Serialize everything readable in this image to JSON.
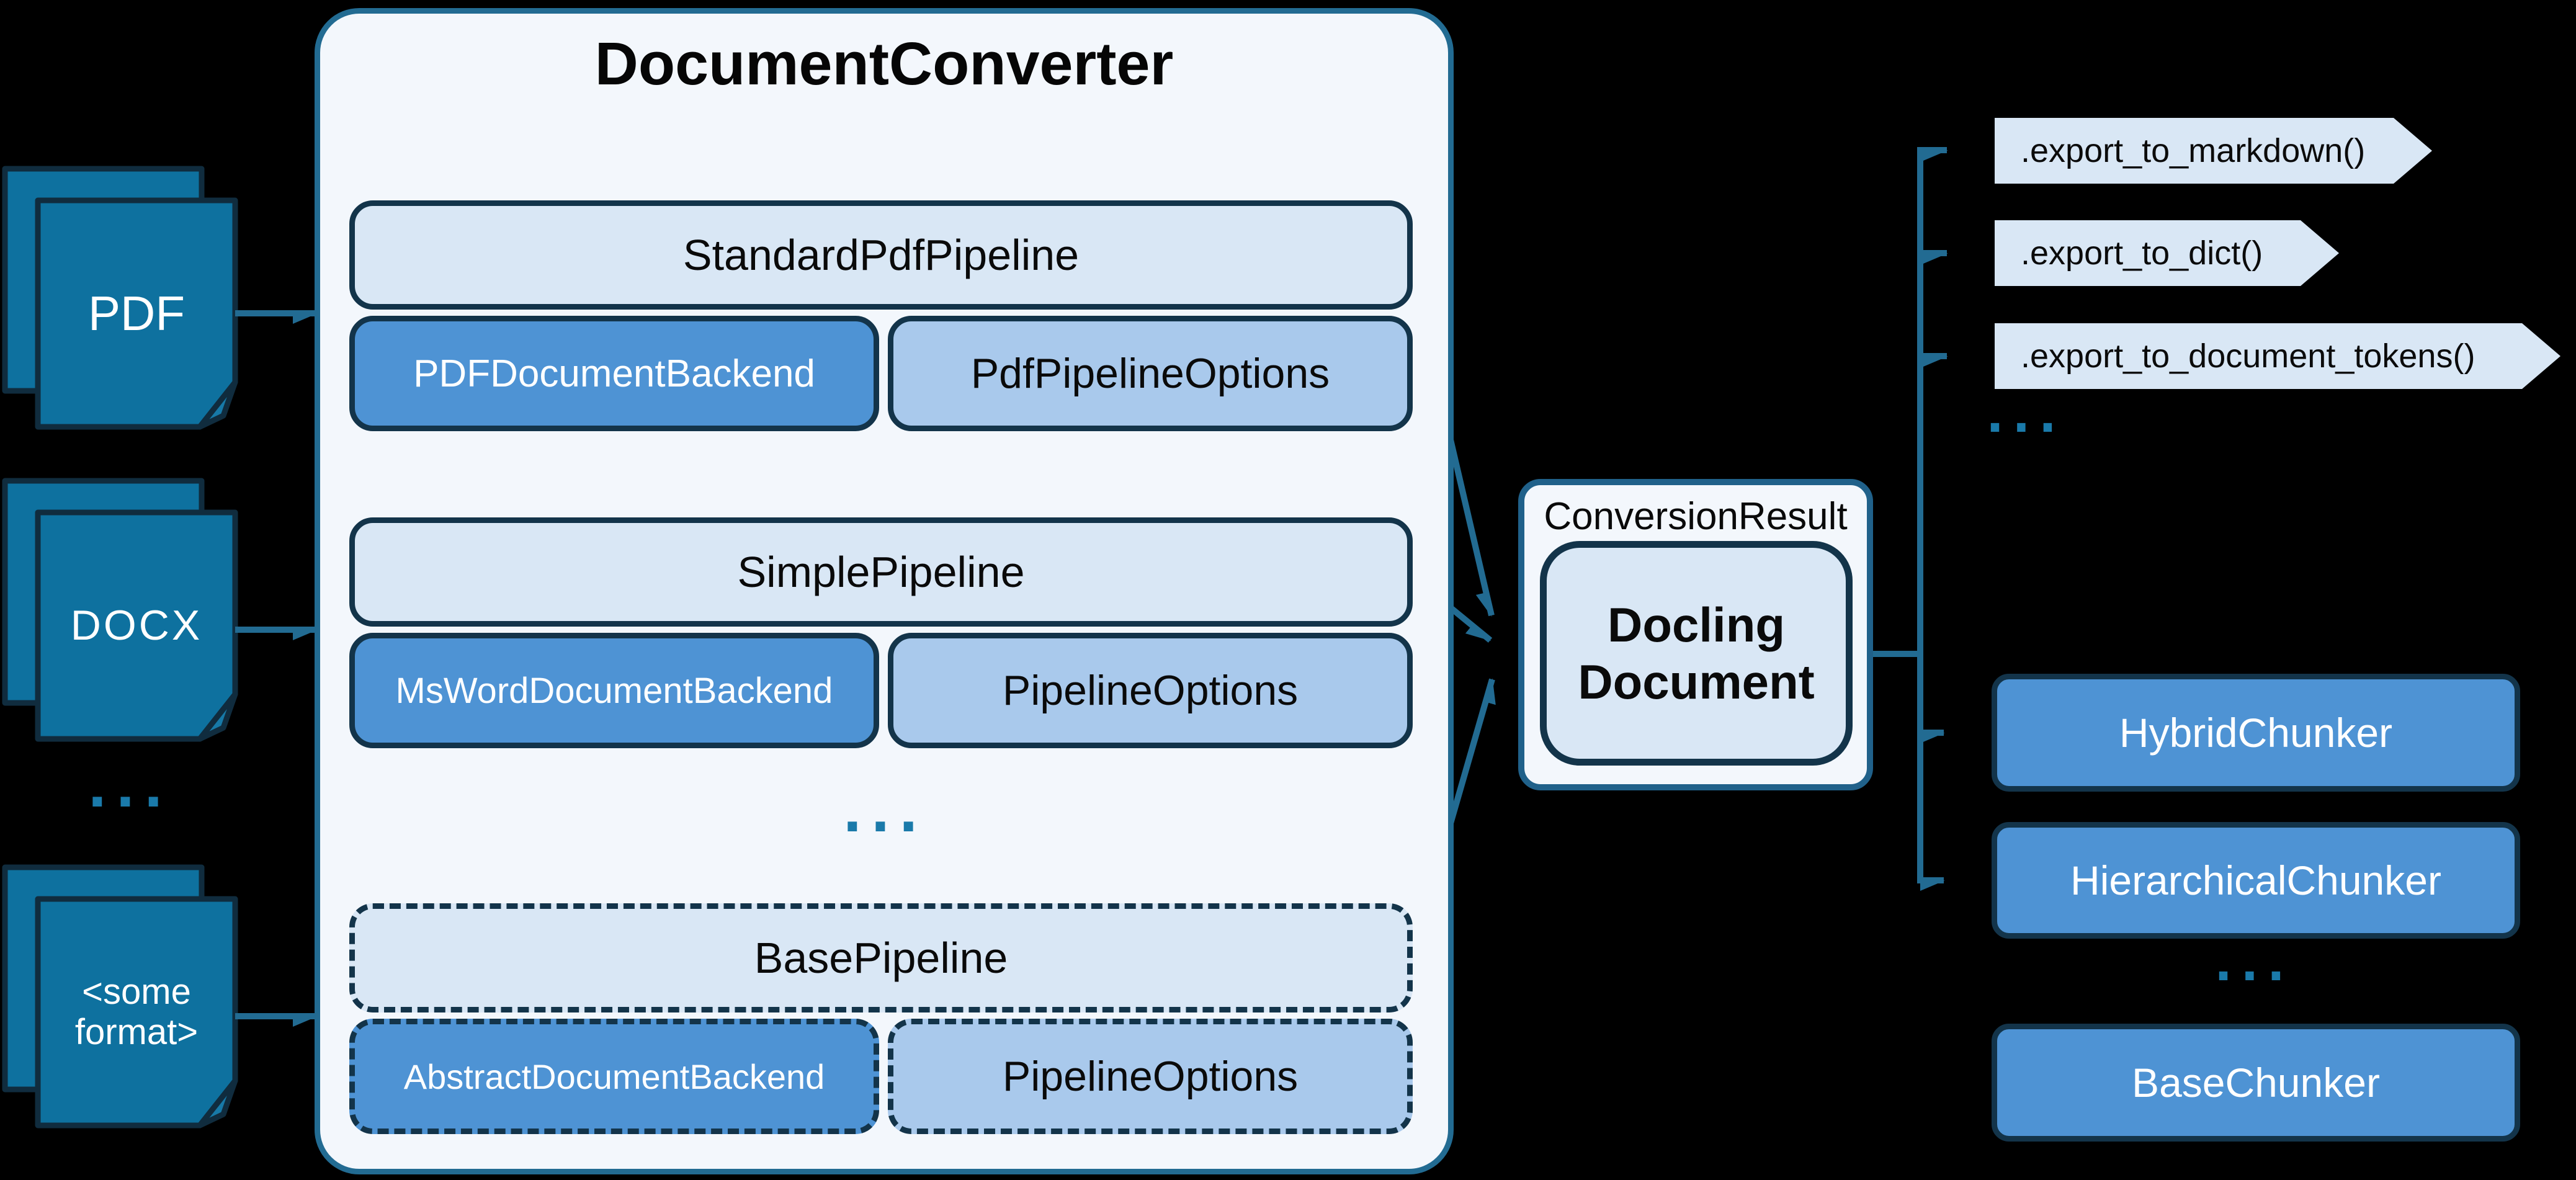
{
  "colors": {
    "background": "#000000",
    "line_teal": "#226b92",
    "page_teal": "#0e719f",
    "dark_border": "#13344a",
    "light_blue": "#d9e7f5",
    "mid_blue": "#4e93d4",
    "option_blue": "#a9c9ec",
    "panel_fill": "#f3f7fc",
    "dots_teal": "#1a7aaa"
  },
  "inputs": {
    "items": [
      {
        "label": "PDF"
      },
      {
        "label": "DOCX"
      },
      {
        "label": "<some format>"
      }
    ],
    "ellipsis": "..."
  },
  "converter": {
    "title": "DocumentConverter",
    "ellipsis": "...",
    "groups": [
      {
        "pipeline": "StandardPdfPipeline",
        "backend": "PDFDocumentBackend",
        "options": "PdfPipelineOptions"
      },
      {
        "pipeline": "SimplePipeline",
        "backend": "MsWordDocumentBackend",
        "options": "PipelineOptions"
      },
      {
        "pipeline": "BasePipeline",
        "backend": "AbstractDocumentBackend",
        "options": "PipelineOptions"
      }
    ]
  },
  "result": {
    "label": "ConversionResult",
    "document": "Docling Document"
  },
  "exports": {
    "items": [
      {
        "label": ".export_to_markdown()"
      },
      {
        "label": ".export_to_dict()"
      },
      {
        "label": ".export_to_document_tokens()"
      }
    ],
    "ellipsis": "..."
  },
  "chunkers": {
    "items": [
      {
        "label": "HybridChunker"
      },
      {
        "label": "HierarchicalChunker"
      },
      {
        "label": "BaseChunker"
      }
    ],
    "ellipsis": "..."
  }
}
